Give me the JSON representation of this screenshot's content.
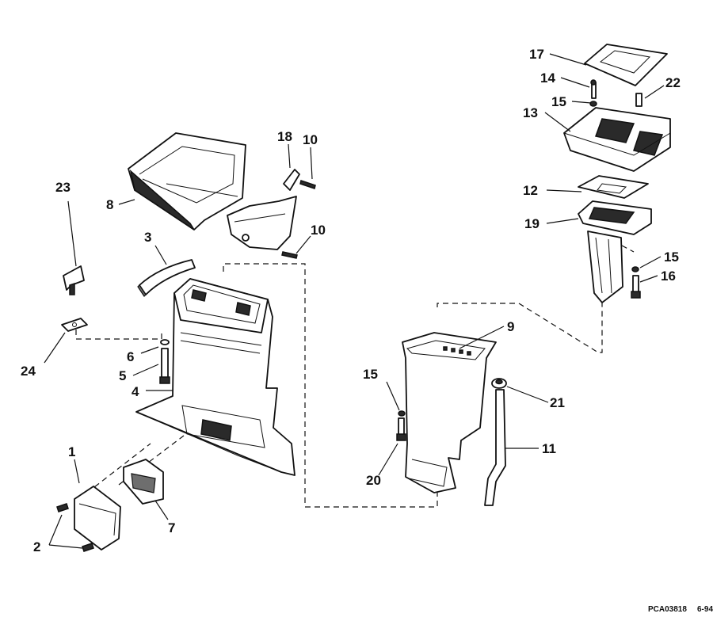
{
  "callouts": {
    "c1": "1",
    "c2": "2",
    "c3": "3",
    "c4": "4",
    "c5": "5",
    "c6": "6",
    "c7": "7",
    "c8": "8",
    "c9": "9",
    "c10a": "10",
    "c10b": "10",
    "c11": "11",
    "c12": "12",
    "c13": "13",
    "c14": "14",
    "c15a": "15",
    "c15b": "15",
    "c15c": "15",
    "c16": "16",
    "c17": "17",
    "c18": "18",
    "c19": "19",
    "c20": "20",
    "c21": "21",
    "c22": "22",
    "c23": "23",
    "c24": "24"
  },
  "drawing_code": "PCA03818",
  "drawing_date": "6-94"
}
